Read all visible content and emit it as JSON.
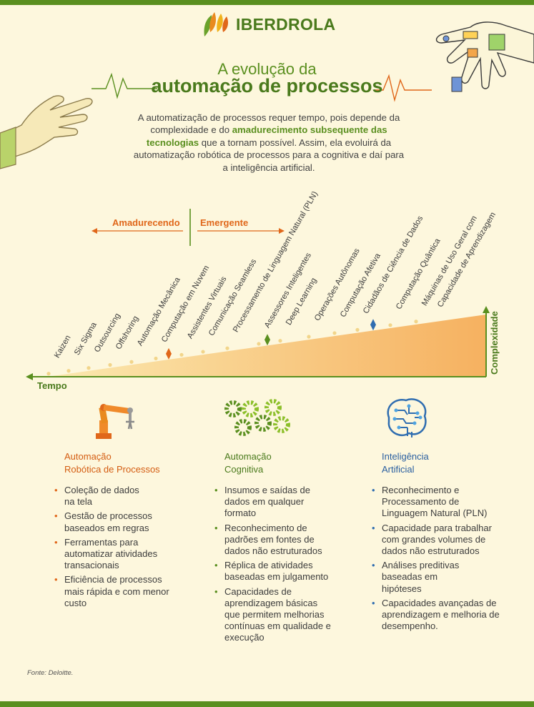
{
  "brand": {
    "name": "IBERDROLA"
  },
  "title": {
    "line1": "A evolução da",
    "line2": "automação de processos"
  },
  "intro": {
    "part1": "A automatização de processos requer tempo, pois depende da complexidade e do ",
    "bold1": "amadurecimento subsequente das tecnologias",
    "part2": " que a tornam possível. Assim, ela evoluirá da automatização robótica de processos para a cognitiva e daí para a inteligência artificial."
  },
  "directions": {
    "left": "Amadurecendo",
    "right": "Emergente"
  },
  "axes": {
    "x": "Tempo",
    "y": "Complexidade"
  },
  "technologies": [
    "Kaizen",
    "Six Sigma",
    "Outsourcing",
    "Offshoring",
    "Automação Mecânica",
    "Computação em Nuvem",
    "Assistentes Virtuais",
    "Comunicação Seamless",
    "Processamento de Linguagem Natural (PLN)",
    "Assessores Inteligentes",
    "Deep Learning",
    "Operações Autônomas",
    "Computação Afetiva",
    "Cidadãos de Ciência de Dados",
    "Computação Quântica",
    "Máquinas de Uso Geral com",
    "Capacidade de Aprendizagem"
  ],
  "colors": {
    "orange": "#e0671a",
    "green": "#5a8f1f",
    "blue": "#2f6db0"
  },
  "icons": {
    "col1": "robotic-arm-icon",
    "col2": "gears-icon",
    "col3": "circuit-brain-icon"
  },
  "columns": [
    {
      "title_line1": "Automação",
      "title_line2": "Robótica de Processos",
      "items": [
        "Coleção de dados na tela",
        "Gestão de processos baseados em regras",
        "Ferramentas para automatizar atividades transacionais",
        "Eficiência de processos mais rápida e com menor custo"
      ]
    },
    {
      "title_line1": "Automação",
      "title_line2": "Cognitiva",
      "items": [
        "Insumos e saídas de dados em qualquer formato",
        "Reconhecimento de padrões em fontes de dados não estruturados",
        "Réplica de atividades baseadas em julgamento",
        "Capacidades de aprendizagem básicas que permitem melhorias contínuas em qualidade e execução"
      ]
    },
    {
      "title_line1": "Inteligência",
      "title_line2": "Artificial",
      "items": [
        "Reconhecimento e Processamento de Linguagem Natural (PLN)",
        "Capacidade para trabalhar com grandes volumes de dados não estruturados",
        "Análises preditivas baseadas em hipóteses",
        "Capacidades avançadas de aprendizagem e melhoria de desempenho."
      ]
    }
  ],
  "source": "Fonte: Deloitte."
}
